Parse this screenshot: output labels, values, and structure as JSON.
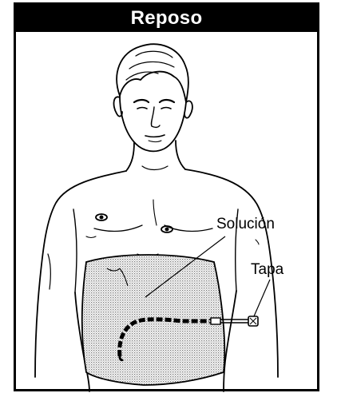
{
  "title": "Reposo",
  "labels": {
    "solution": "Solución",
    "cap": "Tapa"
  },
  "colors": {
    "ink": "#000000",
    "background": "#ffffff",
    "solution_fill": "#d9d9d9"
  }
}
